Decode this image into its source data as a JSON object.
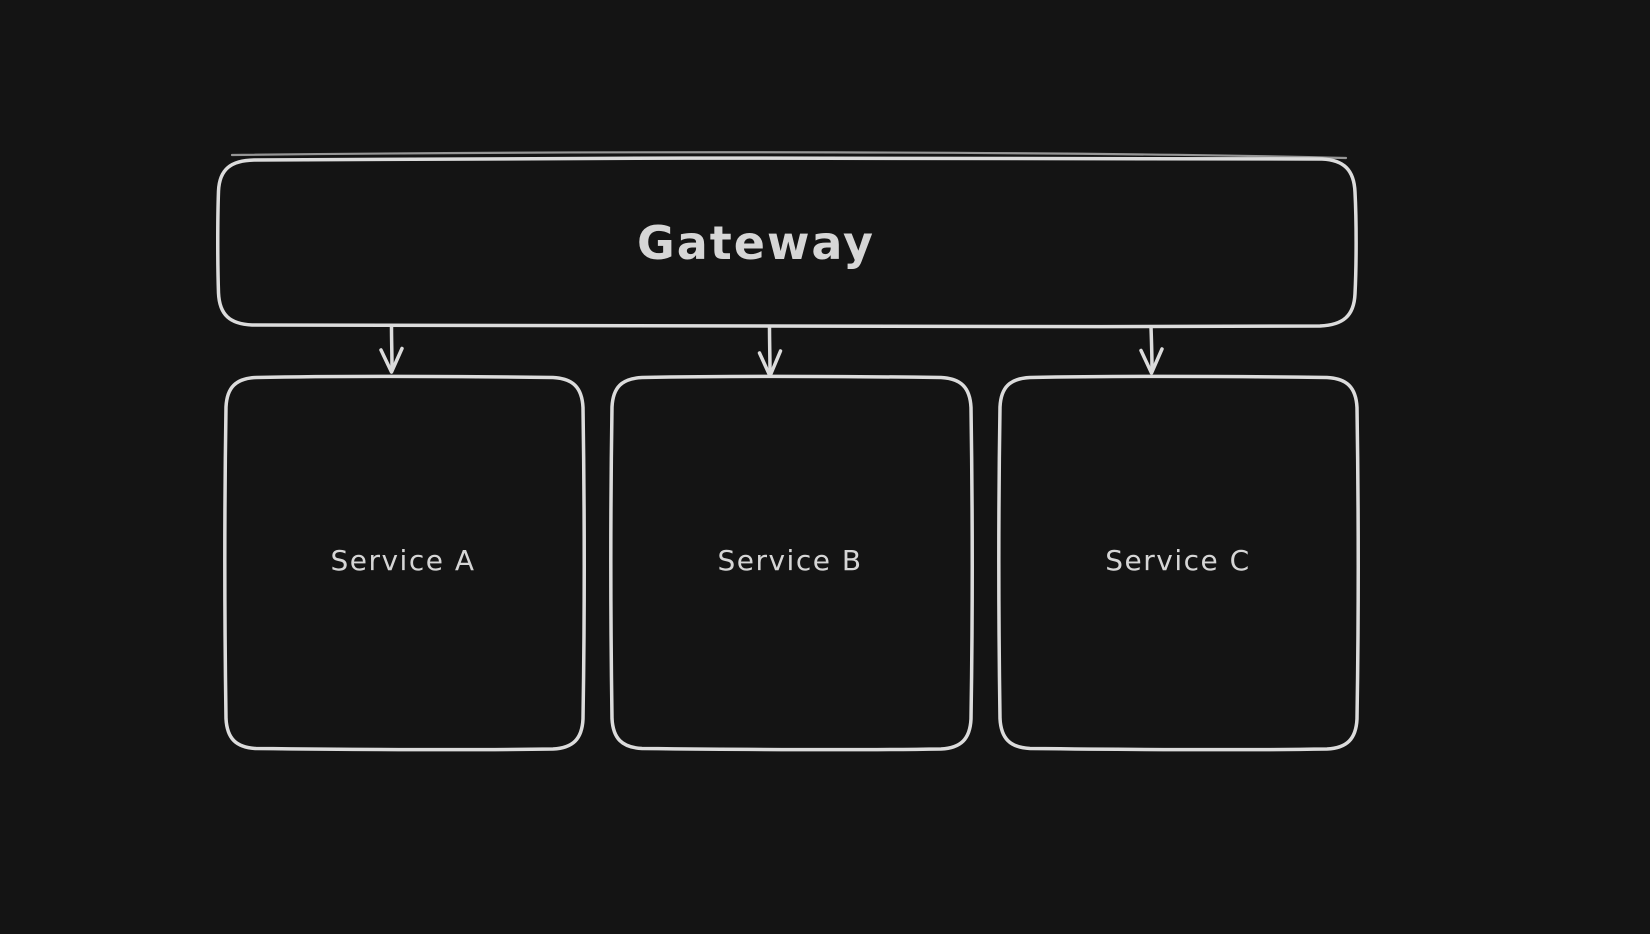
{
  "theme": {
    "background": "#141414",
    "stroke": "#dcdcdc",
    "text": "#d6d6d6"
  },
  "diagram": {
    "type": "flowchart",
    "style": "hand-drawn",
    "nodes": [
      {
        "id": "gateway",
        "label": "Gateway",
        "shape": "rounded-rectangle"
      },
      {
        "id": "service-a",
        "label": "Service A",
        "shape": "rounded-rectangle"
      },
      {
        "id": "service-b",
        "label": "Service B",
        "shape": "rounded-rectangle"
      },
      {
        "id": "service-c",
        "label": "Service C",
        "shape": "rounded-rectangle"
      }
    ],
    "edges": [
      {
        "from": "gateway",
        "to": "service-a",
        "arrow": "down"
      },
      {
        "from": "gateway",
        "to": "service-b",
        "arrow": "down"
      },
      {
        "from": "gateway",
        "to": "service-c",
        "arrow": "down"
      }
    ]
  }
}
